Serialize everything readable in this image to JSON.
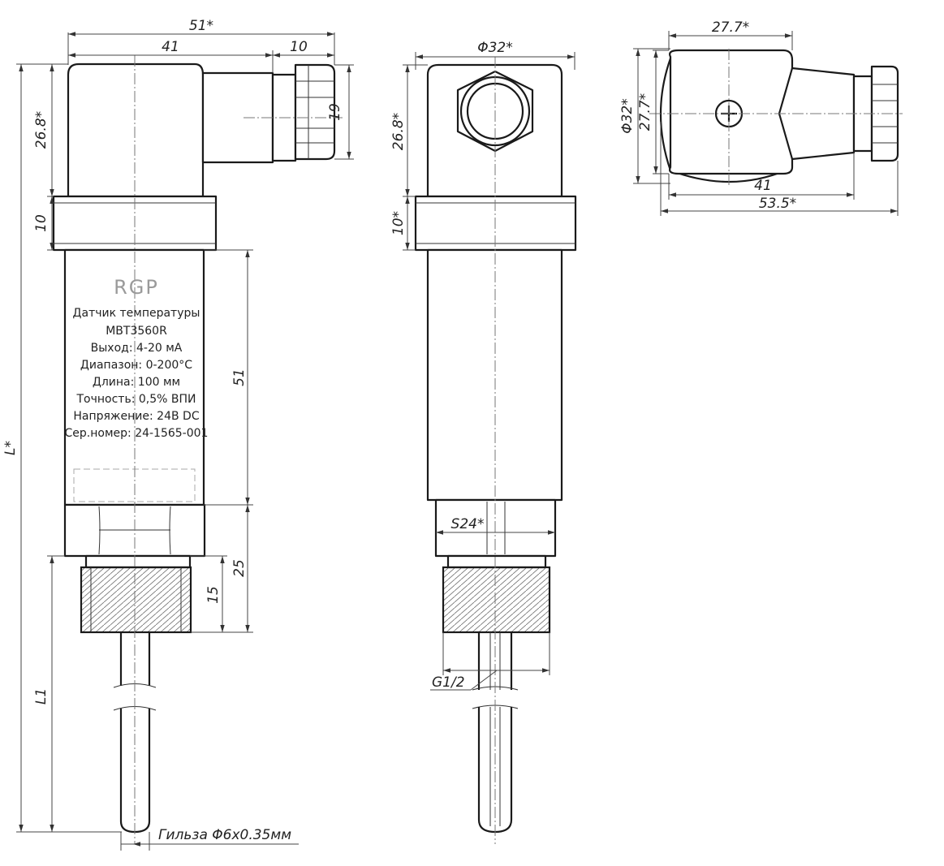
{
  "label": {
    "logo": "RGP",
    "lines": [
      "Датчик температуры",
      "МВТ3560R",
      "Выход: 4-20 мА",
      "Диапазон: 0-200°С",
      "Длина: 100 мм",
      "Точность: 0,5% ВПИ",
      "Напряжение: 24В DC",
      "Сер.номер: 24-1565-001"
    ]
  },
  "dimensions": {
    "front": {
      "overall_width": "51*",
      "body_width": "41",
      "connector_width": "10",
      "connector_height": "19",
      "head_height": "26.8*",
      "ring_height": "10",
      "total_length": "L*",
      "housing_length": "51",
      "thread_zone": "25",
      "thread_length": "15",
      "probe_length": "L1",
      "sleeve_note": "Гильза Φ6x0.35мм"
    },
    "side": {
      "head_diameter": "Φ32*",
      "head_height": "26.8*",
      "ring_height": "10*",
      "hex_size": "S24*",
      "thread": "G1/2"
    },
    "top": {
      "body_width": "27.7*",
      "diameter": "Φ32*",
      "height": "27.7*",
      "length": "41",
      "overall_length": "53.5*"
    }
  }
}
